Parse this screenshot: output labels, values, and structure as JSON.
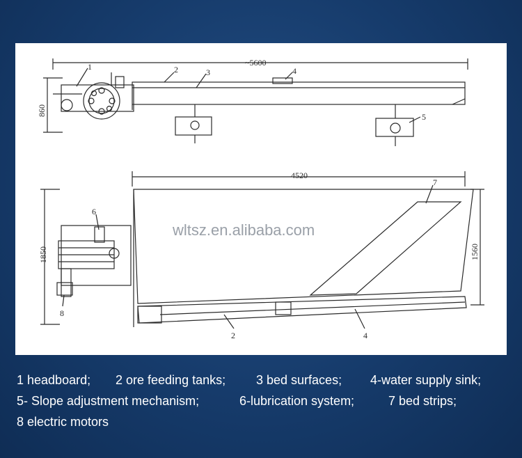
{
  "colors": {
    "background": "#163b6b",
    "panel": "#ffffff",
    "ink": "#2a2a2a",
    "caption_text": "#ffffff"
  },
  "watermark": "wltsz.en.alibaba.com",
  "top_view": {
    "overall_length": "~5600",
    "height": "860",
    "callouts": [
      "1",
      "2",
      "3",
      "4",
      "5"
    ]
  },
  "plan_view": {
    "bed_length": "4520",
    "overall_width": "1850",
    "bed_width": "1560",
    "callouts": [
      "6",
      "7",
      "8",
      "2",
      "4"
    ]
  },
  "legend": {
    "line1": [
      "1 headboard;",
      "2 ore feeding tanks;",
      "3 bed surfaces;",
      "4-water supply sink;"
    ],
    "line2": [
      "5- Slope adjustment mechanism;",
      "6-lubrication system;",
      "7 bed strips;"
    ],
    "line3": [
      "8 electric motors"
    ]
  }
}
